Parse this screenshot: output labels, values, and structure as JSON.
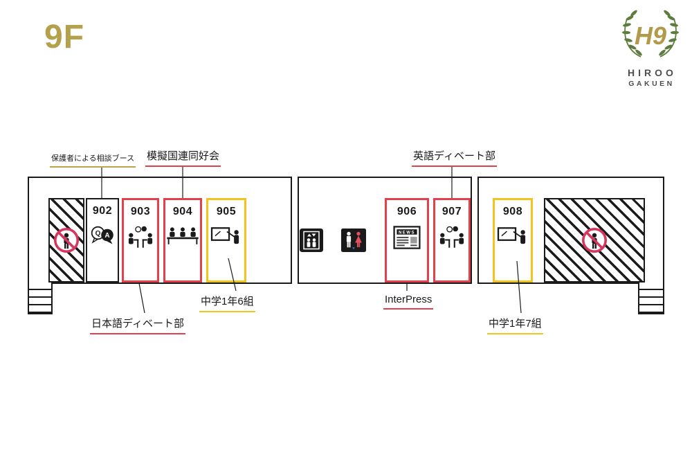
{
  "header": {
    "floor": "9F",
    "logo": {
      "monogram": "H9",
      "line1": "HIROO",
      "line2": "GAKUEN"
    }
  },
  "rooms": [
    {
      "number": "902",
      "name": "保護者による相談ブース",
      "border_color": "#1a1a1a",
      "icon": "qa-consultation-icon"
    },
    {
      "number": "903",
      "name": "日本語ディベート部",
      "border_color": "#e2404d",
      "icon": "debate-desks-icon"
    },
    {
      "number": "904",
      "name": "模擬国連同好会",
      "border_color": "#e2404d",
      "icon": "three-delegates-icon"
    },
    {
      "number": "905",
      "name": "中学1年6組",
      "border_color": "#f3c41e",
      "icon": "blackboard-teacher-icon"
    },
    {
      "number": "906",
      "name": "InterPress",
      "border_color": "#e2404d",
      "icon": "newspaper-icon"
    },
    {
      "number": "907",
      "name": "英語ディベート部",
      "border_color": "#e2404d",
      "icon": "debate-desks-icon"
    },
    {
      "number": "908",
      "name": "中学1年7組",
      "border_color": "#f3c41e",
      "icon": "blackboard-teacher-icon"
    }
  ],
  "annotations": {
    "top": [
      {
        "text": "保護者による相談ブース",
        "room": "902",
        "underline_color": "#bfa348"
      },
      {
        "text": "模擬国連同好会",
        "room": "904",
        "underline_color": "#e2404d"
      },
      {
        "text": "英語ディベート部",
        "room": "907",
        "underline_color": "#e2404d"
      }
    ],
    "bottom": [
      {
        "text": "日本語ディベート部",
        "room": "903",
        "underline_color": "#e2404d"
      },
      {
        "text": "中学1年6組",
        "room": "905",
        "underline_color": "#f3c41e"
      },
      {
        "text": "InterPress",
        "room": "906",
        "underline_color": "#e2404d"
      },
      {
        "text": "中学1年7組",
        "room": "908",
        "underline_color": "#f3c41e"
      }
    ]
  },
  "facilities": [
    {
      "name": "elevator",
      "icon": "elevator-icon"
    },
    {
      "name": "restroom",
      "icon": "restroom-icon"
    }
  ],
  "restricted_areas": [
    {
      "position": "left",
      "icon": "no-entry-icon"
    },
    {
      "position": "right",
      "icon": "no-entry-icon"
    }
  ],
  "stairs": [
    {
      "position": "bottom-left"
    },
    {
      "position": "bottom-right"
    }
  ],
  "icon_text": {
    "q": "Q",
    "a": "A",
    "news": "NEWS"
  },
  "colors": {
    "accent_red": "#e2404d",
    "accent_yellow": "#f3c41e",
    "accent_gold": "#b3a14c",
    "underline_gold": "#bfa348",
    "no_entry_red": "#d8355e",
    "wall_black": "#1a1a1a",
    "leaf_green": "#5e7c3e",
    "restroom_female_red": "#e35060",
    "restroom_mark_blue": "#3a6fc4"
  }
}
